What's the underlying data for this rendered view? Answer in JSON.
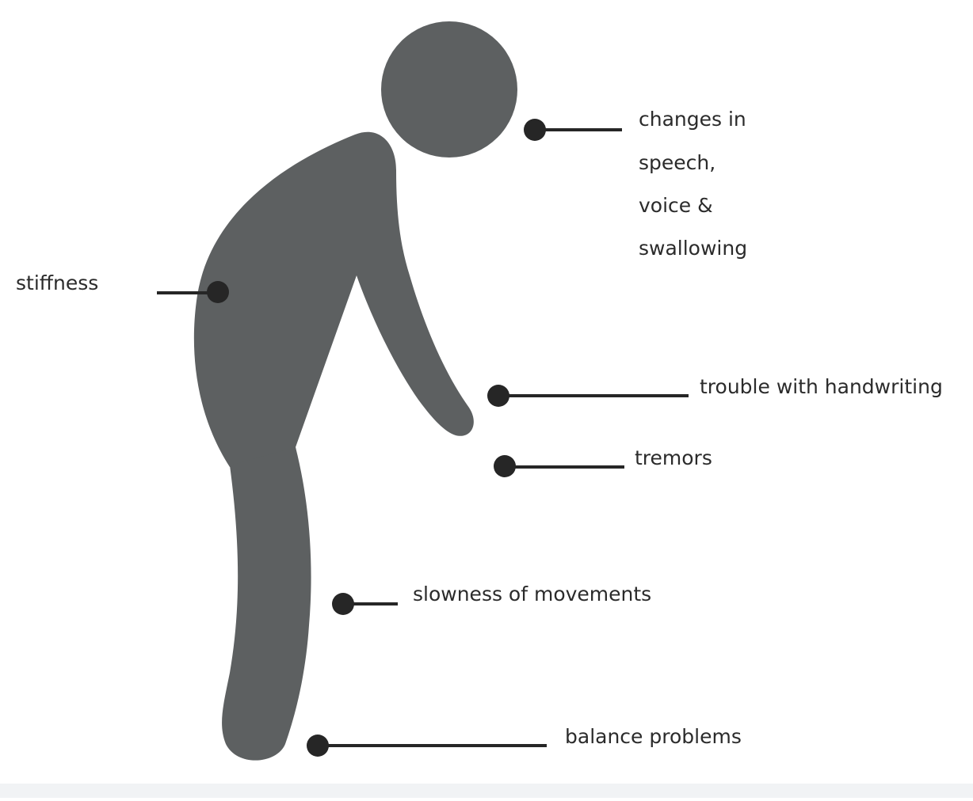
{
  "colors": {
    "figure": "#5d6061",
    "marker": "#262626",
    "text": "#2b2b2b"
  },
  "labels": {
    "speech": [
      "changes in",
      "speech,",
      "voice &",
      "swallowing"
    ],
    "stiffness": "stiffness",
    "handwriting": "trouble with handwriting",
    "tremors": "tremors",
    "slowness": "slowness of movements",
    "balance": "balance problems"
  }
}
